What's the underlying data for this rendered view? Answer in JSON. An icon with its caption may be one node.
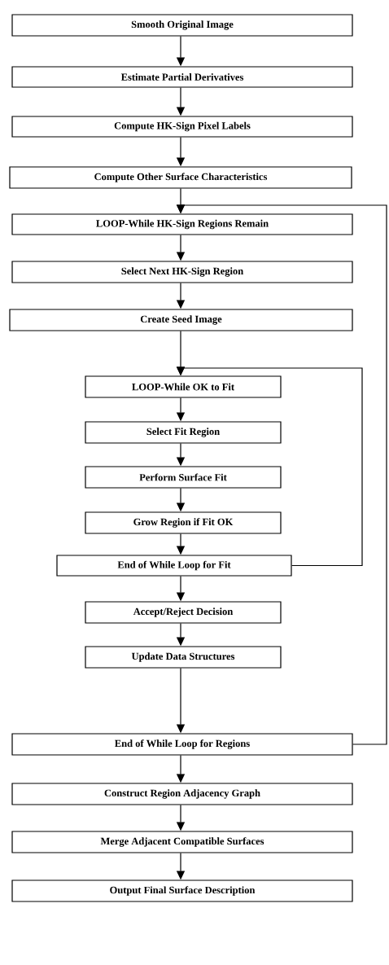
{
  "diagram": {
    "nodes": [
      {
        "text": [
          "Smooth Original Image"
        ]
      },
      {
        "text": [
          "Estimate Partial Derivatives"
        ]
      },
      {
        "text": [
          "Compute HK-Sign Pixel Labels"
        ]
      },
      {
        "text": [
          "Compute Other Surface Characteristics"
        ]
      },
      {
        "text": [
          "LOOP-While HK-Sign Regions Remain"
        ]
      },
      {
        "text": [
          "Select Next HK-Sign Region"
        ]
      },
      {
        "text": [
          "Create Seed Image"
        ]
      },
      {
        "text": [
          "LOOP-While OK to Fit"
        ]
      },
      {
        "text": [
          "Select Fit Region"
        ]
      },
      {
        "text": [
          "Perform Surface Fit"
        ]
      },
      {
        "text": [
          "Grow Region if Fit OK"
        ]
      },
      {
        "text": [
          "End of While Loop for Fit"
        ]
      },
      {
        "text": [
          "Accept/Reject Decision"
        ]
      },
      {
        "text": [
          "Update Data Structures"
        ]
      },
      {
        "text": [
          "End of While Loop for Regions"
        ]
      },
      {
        "text": [
          "Construct Region Adjacency Graph"
        ]
      },
      {
        "text": [
          "Merge Adjacent Compatible Surfaces"
        ]
      },
      {
        "text": [
          "Output Final Surface Description"
        ]
      }
    ],
    "edges": [
      {
        "from": 0,
        "to": 1,
        "arrow": "to"
      },
      {
        "from": 1,
        "to": 2,
        "arrow": "to"
      },
      {
        "from": 2,
        "to": 3,
        "arrow": "to"
      },
      {
        "from": 3,
        "to": 4,
        "arrow": "to"
      },
      {
        "from": 4,
        "to": 5,
        "arrow": "to"
      },
      {
        "from": 5,
        "to": 6,
        "arrow": "to"
      },
      {
        "from": 6,
        "to": 7,
        "arrow": "to"
      },
      {
        "from": 7,
        "to": 8,
        "arrow": "to"
      },
      {
        "from": 8,
        "to": 9,
        "arrow": "to"
      },
      {
        "from": 9,
        "to": 10,
        "arrow": "to"
      },
      {
        "from": 10,
        "to": 11,
        "arrow": "to"
      },
      {
        "from": 11,
        "to": 12,
        "arrow": "to"
      },
      {
        "from": 12,
        "to": 13,
        "arrow": "to"
      },
      {
        "from": 13,
        "to": 14,
        "arrow": "to"
      },
      {
        "from": 14,
        "to": 15,
        "arrow": "to"
      },
      {
        "from": 15,
        "to": 16,
        "arrow": "to"
      },
      {
        "from": 16,
        "to": 17,
        "arrow": "to"
      },
      {
        "from": 11,
        "to": 7,
        "arrow": "to"
      },
      {
        "from": 14,
        "to": 4,
        "arrow": "to"
      }
    ]
  }
}
